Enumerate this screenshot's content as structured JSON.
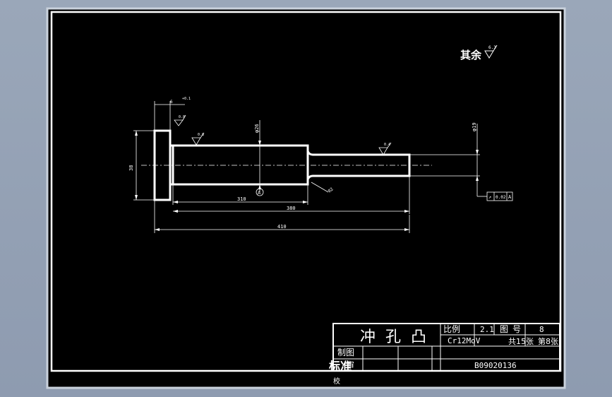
{
  "drawing": {
    "finish_note": "其余",
    "finish_value": "6.3",
    "roughness_marks": [
      "0.8",
      "0.4",
      "0.8"
    ],
    "dimensions": {
      "total_length": "410",
      "step_length": "380",
      "body_length": "310",
      "head_diameter": "38",
      "body_diameter": "φ26",
      "tip_diameter": "φ19",
      "chamfer": "R2",
      "head_height": "6",
      "head_tol": "+0.1"
    },
    "datum_label": "A",
    "tolerance_frame": [
      "↗",
      "0.02",
      "A"
    ]
  },
  "title_block": {
    "part_name": "冲孔凸",
    "scale_label": "比例",
    "scale_value": "2.1",
    "drawing_no_label": "图号",
    "drawing_no_value": "8",
    "material": "Cr12MoV",
    "sheet_total": "共15张",
    "sheet_no": "第8张",
    "drawn_by_label": "制图",
    "reviewed_by_label": "审",
    "checked_label": "校",
    "standard_label": "标准",
    "document_code": "B09020136"
  }
}
